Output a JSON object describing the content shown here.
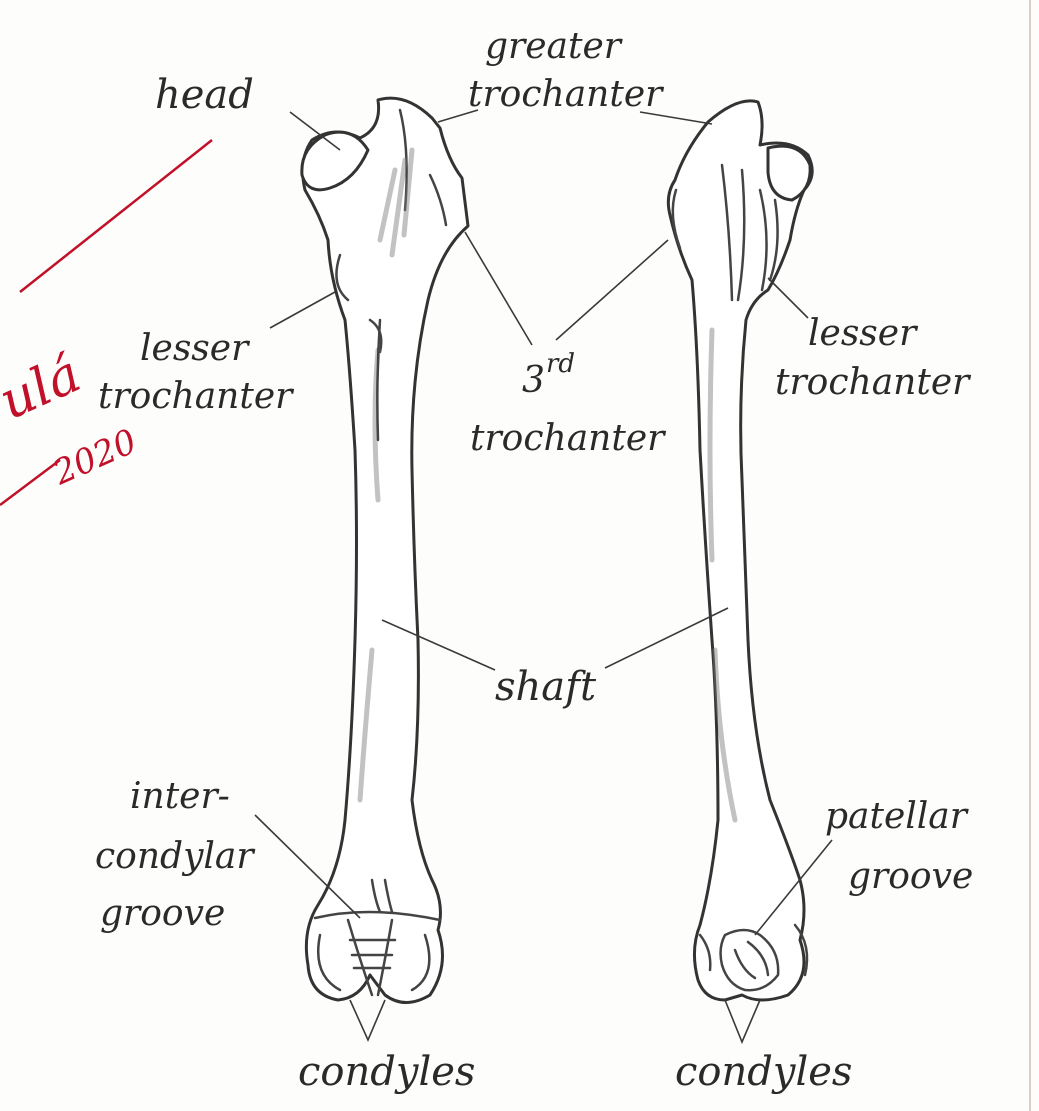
{
  "labels": {
    "head": "head",
    "greater_trochanter_1": "greater",
    "greater_trochanter_2": "trochanter",
    "lesser_left_1": "lesser",
    "lesser_left_2": "trochanter",
    "third_1": "3",
    "third_sup": "rd",
    "third_2": "trochanter",
    "lesser_right_1": "lesser",
    "lesser_right_2": "trochanter",
    "shaft": "shaft",
    "intercondylar_1": "inter-",
    "intercondylar_2": "condylar",
    "intercondylar_3": "groove",
    "patellar_1": "patellar",
    "patellar_2": "groove",
    "condyles_left": "condyles",
    "condyles_right": "condyles"
  },
  "annotation": {
    "word": "ulá",
    "date": "2020"
  },
  "colors": {
    "ink": "#2a2a2a",
    "annotation": "#c0102a",
    "paper": "#fdfdfb"
  }
}
